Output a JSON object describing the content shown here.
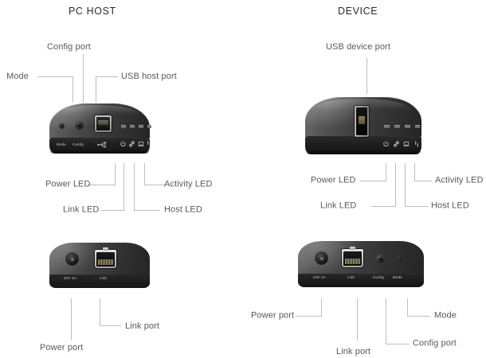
{
  "diagram": {
    "columns": [
      {
        "title": "PC HOST"
      },
      {
        "title": "DEVICE"
      }
    ]
  },
  "pc_host": {
    "front": {
      "callouts": {
        "mode": "Mode",
        "config_port": "Config port",
        "usb_host_port": "USB host port"
      },
      "silkscreen": {
        "mode": "Mode",
        "config": "Config",
        "usb_icon": "usb-icon",
        "power_icon": "power-icon",
        "link_icon": "link-icon",
        "host_icon": "host-icon",
        "activity_icon": "activity-icon"
      },
      "led_callouts": {
        "power": "Power LED",
        "link": "Link LED",
        "host": "Host LED",
        "activity": "Activity LED"
      }
    },
    "rear": {
      "silkscreen": {
        "power": "24V 1A",
        "link": "Link"
      },
      "callouts": {
        "power_port": "Power port",
        "link_port": "Link port"
      }
    }
  },
  "device": {
    "front": {
      "callouts": {
        "usb_device_port": "USB device port"
      },
      "silkscreen": {
        "power_icon": "power-icon",
        "link_icon": "link-icon",
        "host_icon": "host-icon",
        "activity_icon": "activity-icon"
      },
      "led_callouts": {
        "power": "Power LED",
        "link": "Link LED",
        "host": "Host LED",
        "activity": "Activity LED"
      }
    },
    "rear": {
      "silkscreen": {
        "power": "24V 1A",
        "link": "Link",
        "config": "Config",
        "mode": "Mode"
      },
      "callouts": {
        "power_port": "Power port",
        "link_port": "Link port",
        "config_port": "Config port",
        "mode": "Mode"
      }
    }
  },
  "colors": {
    "leader_line": "#b9bfc4",
    "label_text": "#5a5a5a",
    "title_text": "#2b2b2b",
    "silkscreen_text": "#cfcfcf",
    "background": "#ffffff"
  }
}
